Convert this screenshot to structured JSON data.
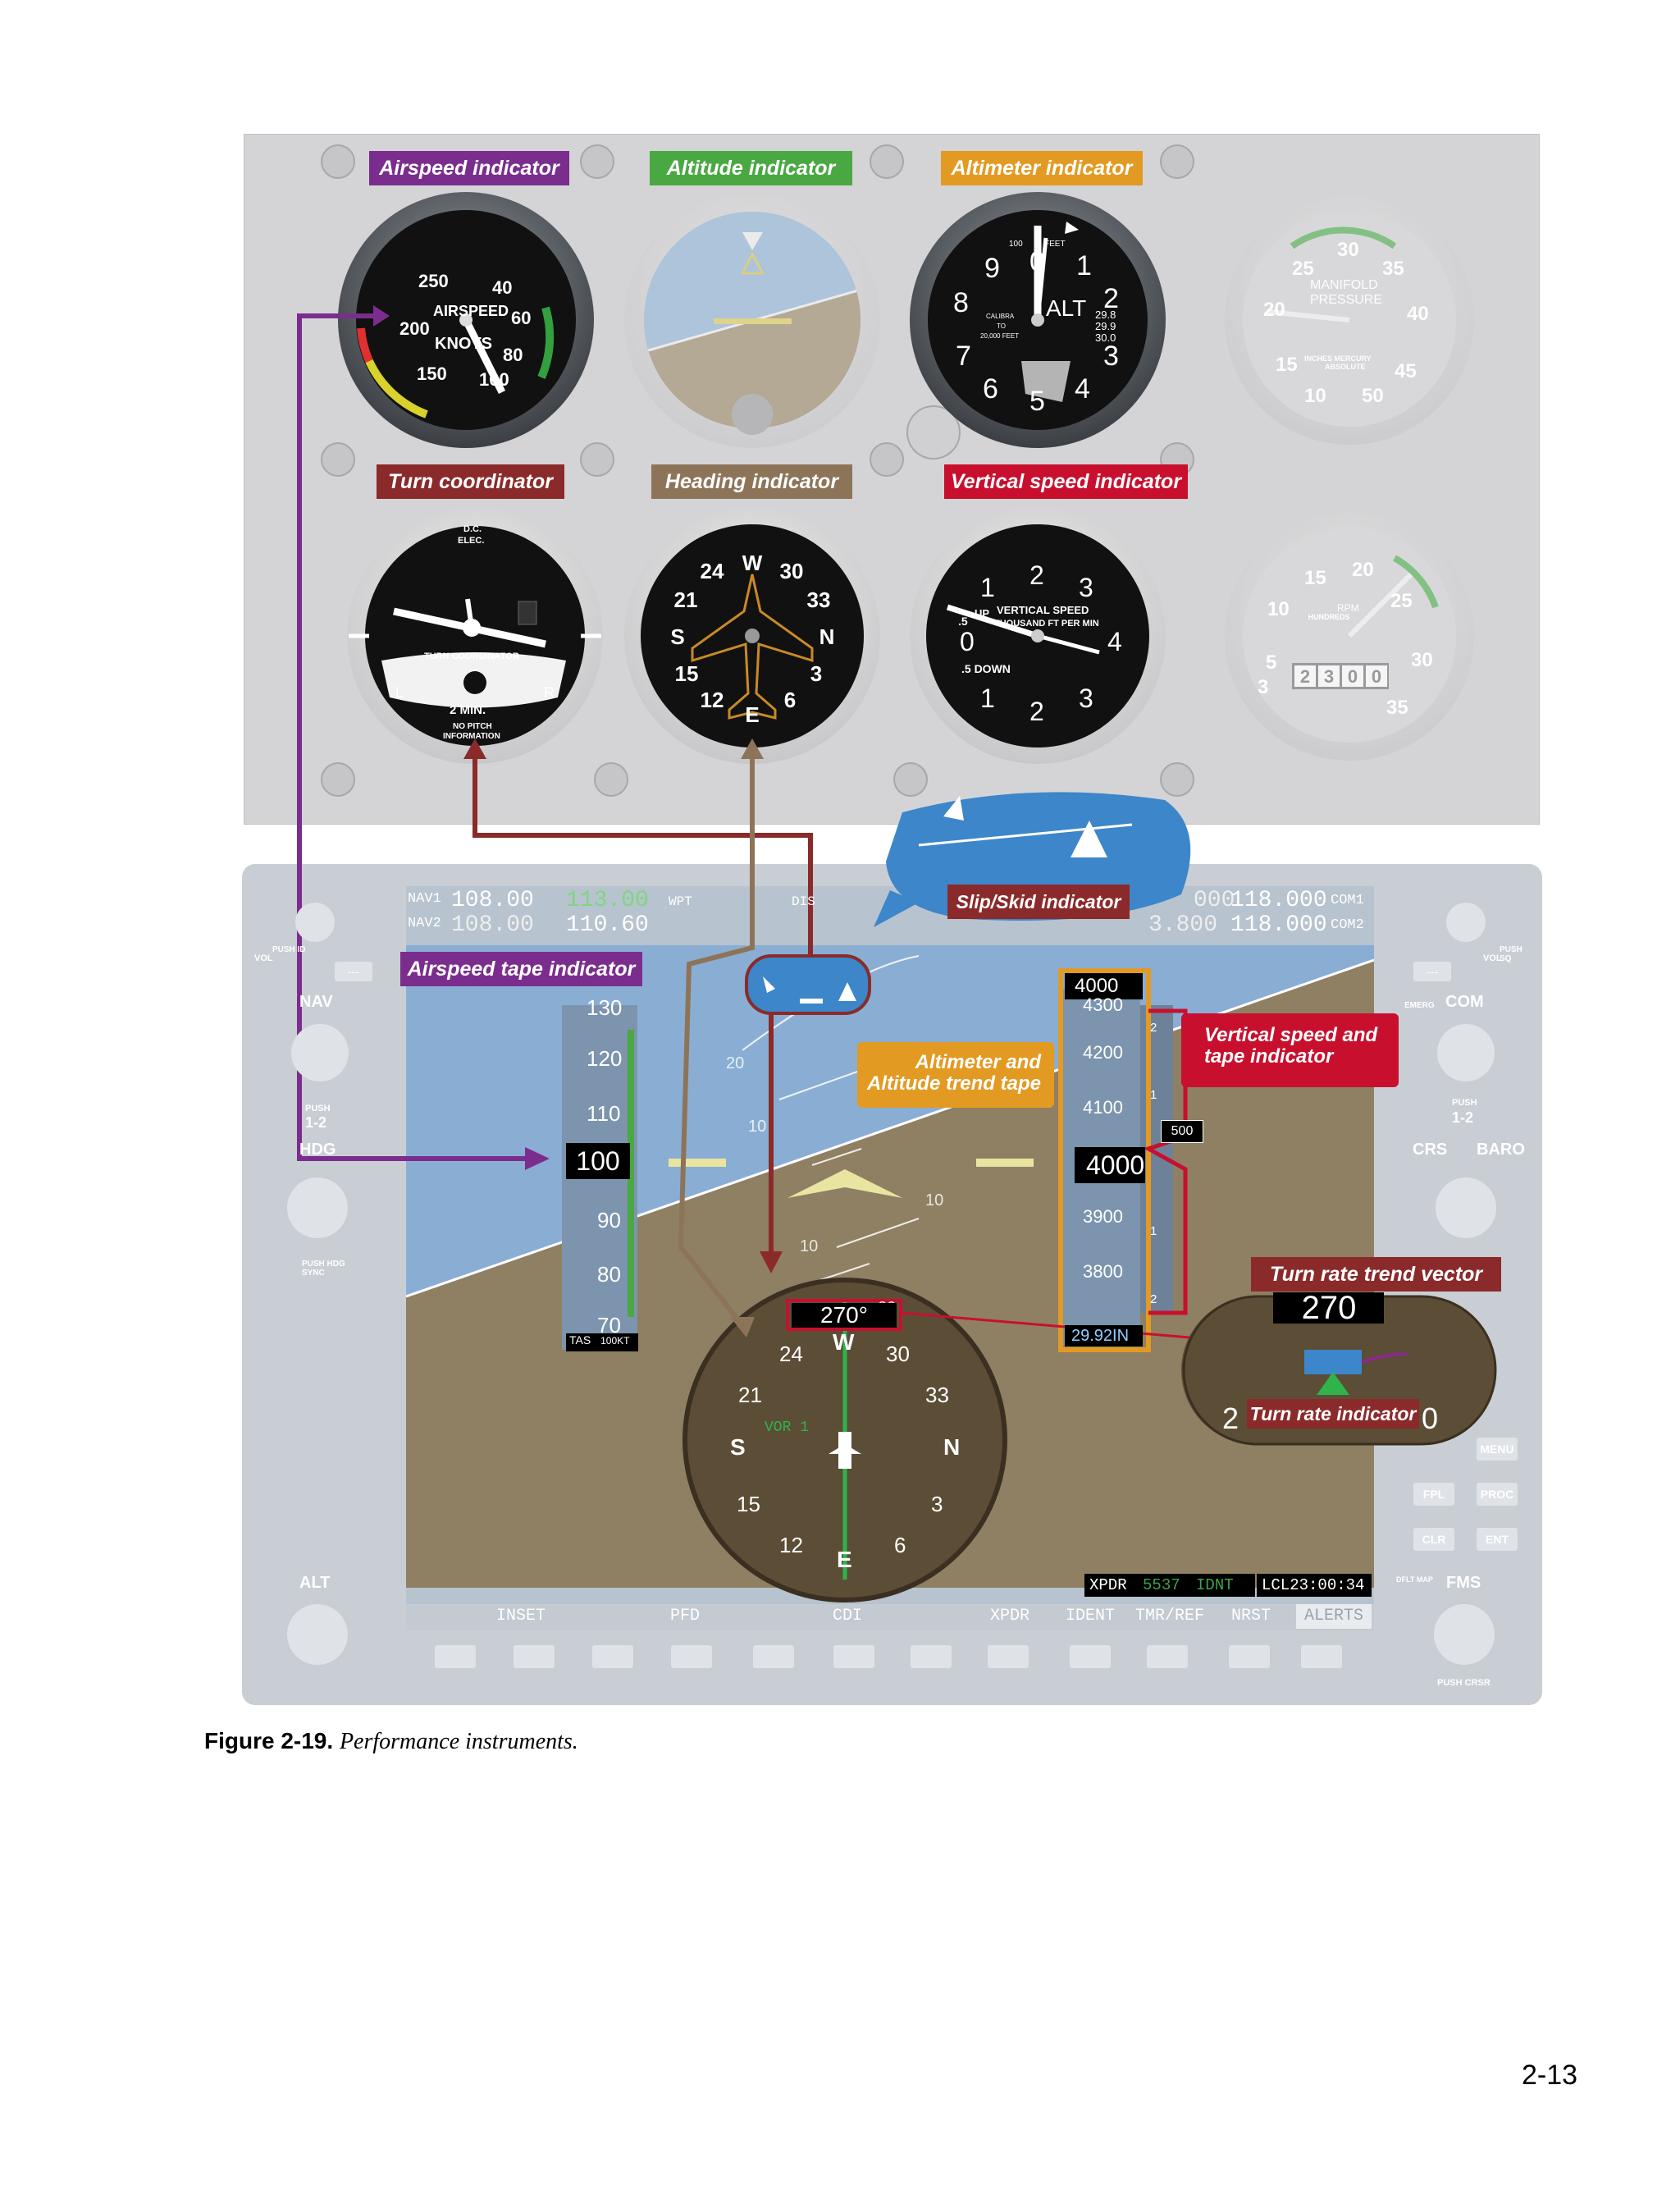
{
  "labels": {
    "airspeed_indicator": "Airspeed indicator",
    "altitude_indicator": "Altitude indicator",
    "altimeter_indicator": "Altimeter indicator",
    "turn_coordinator": "Turn coordinator",
    "heading_indicator": "Heading indicator",
    "vertical_speed_indicator": "Vertical speed indicator",
    "slip_skid_indicator": "Slip/Skid indicator",
    "airspeed_tape_indicator": "Airspeed tape indicator",
    "altimeter_trend_tape_line1": "Altimeter and",
    "altimeter_trend_tape_line2": "Altitude trend tape",
    "vertical_speed_tape_line1": "Vertical speed and",
    "vertical_speed_tape_line2": "tape indicator",
    "turn_rate_trend_vector": "Turn rate trend vector",
    "turn_rate_indicator": "Turn rate indicator"
  },
  "colors": {
    "purple": "#7b2d8e",
    "green": "#4aa843",
    "orange": "#e39a22",
    "darkred": "#8b2a2a",
    "brown": "#8d7459",
    "red": "#c8102e",
    "blue": "#3c86c9"
  },
  "airspeed_gauge": {
    "ticks": [
      "250",
      "40",
      "200",
      "60",
      "80",
      "150",
      "100"
    ],
    "line1": "AIRSPEED",
    "line2": "KNOTS"
  },
  "altimeter_gauge": {
    "numbers": [
      "0",
      "1",
      "2",
      "3",
      "4",
      "5",
      "6",
      "7",
      "8",
      "9"
    ],
    "alt": "ALT",
    "calibra": "CALIBRA",
    "to": "TO",
    "feet": "20,000 FEET",
    "baro": [
      "29.8",
      "29.9",
      "30.0"
    ],
    "hundred": "100",
    "feet_top": "FEET"
  },
  "manifold_gauge": {
    "numbers": [
      "25",
      "30",
      "35",
      "20",
      "40",
      "15",
      "45",
      "10",
      "50"
    ],
    "line1": "MANIFOLD",
    "line2": "PRESSURE",
    "line3": "INCHES MERCURY",
    "line4": "ABSOLUTE"
  },
  "turn_coordinator_gauge": {
    "top1": "D.C.",
    "top2": "ELEC.",
    "title": "TURN COORDINATOR",
    "left": "L",
    "right": "R",
    "min": "2  MIN.",
    "bottom1": "NO PITCH",
    "bottom2": "INFORMATION"
  },
  "heading_gauge": {
    "marks": [
      "W",
      "30",
      "33",
      "N",
      "3",
      "6",
      "E",
      "12",
      "15",
      "S",
      "21",
      "24"
    ]
  },
  "vsi_gauge": {
    "numbers": [
      "1",
      "2",
      "3",
      "4",
      "3",
      "2",
      "1",
      "0"
    ],
    "up": "UP",
    "title1": "VERTICAL SPEED",
    "title2": "THOUSAND FT PER MIN",
    "down": ".5 DOWN",
    "half": ".5"
  },
  "rpm_gauge": {
    "numbers": [
      "15",
      "20",
      "25",
      "10",
      "30",
      "5",
      "35",
      "3"
    ],
    "rpm": "RPM",
    "counter": [
      "2",
      "3",
      "0",
      "0"
    ],
    "hundreds": "HUNDREDS"
  },
  "g1000": {
    "nav1_label": "NAV1",
    "nav1_active": "108.00",
    "nav1_standby": "113.00",
    "nav2_label": "NAV2",
    "nav2_active": "108.00",
    "nav2_standby": "110.60",
    "wpt": "WPT",
    "dis": "DIS",
    "com1_active": "118.000",
    "com1_standby": "000",
    "com1_label": "COM1",
    "com2_partial": "3.800",
    "com2_standby": "118.000",
    "com2_label": "COM2",
    "speed_ticks": [
      "130",
      "120",
      "110",
      "90",
      "80",
      "70"
    ],
    "speed_value": "100",
    "tas_label": "TAS",
    "tas_value": "100KT",
    "alt_bug": "4000",
    "alt_ticks": [
      "4300",
      "4200",
      "4100",
      "3900",
      "3800"
    ],
    "alt_value": "4000",
    "baro_setting": "29.92IN",
    "vs_ticks": [
      "2",
      "1",
      "1",
      "2"
    ],
    "vs_value": "500",
    "pitch_ticks": [
      "20",
      "10",
      "10",
      "10",
      "20"
    ],
    "heading_value": "270°",
    "hsi_marks": [
      "W",
      "30",
      "33",
      "N",
      "3",
      "6",
      "E",
      "12",
      "15",
      "S",
      "21",
      "24"
    ],
    "vor_label": "VOR 1",
    "inset_heading": "270",
    "inset_marks": [
      "2",
      "0"
    ],
    "xpdr_label": "XPDR",
    "xpdr_code": "5537",
    "xpdr_mode": "IDNT",
    "lcl_time": "LCL23:00:34",
    "softkeys": [
      "INSET",
      "PFD",
      "CDI",
      "XPDR",
      "IDENT",
      "TMR/REF",
      "NRST",
      "ALERTS"
    ],
    "left_bezel": {
      "vol": "VOL",
      "push_id": "PUSH ID",
      "nav": "NAV",
      "push12": "PUSH",
      "one_two": "1-2",
      "hdg": "HDG",
      "push_hdg_sync": "PUSH HDG SYNC",
      "alt": "ALT",
      "dash": "---"
    },
    "right_bezel": {
      "vol": "VOL",
      "push_sq": "PUSH SQ",
      "emerg": "EMERG",
      "com": "COM",
      "push12": "PUSH",
      "one_two": "1-2",
      "crs": "CRS",
      "baro": "BARO",
      "menu": "MENU",
      "fpl": "FPL",
      "proc": "PROC",
      "clr": "CLR",
      "ent": "ENT",
      "dflt_map": "DFLT MAP",
      "fms": "FMS",
      "push_crsr": "PUSH CRSR",
      "dash": "---"
    }
  },
  "caption": {
    "figure": "Figure 2-19.",
    "text": "Performance instruments."
  },
  "page_number": "2-13"
}
